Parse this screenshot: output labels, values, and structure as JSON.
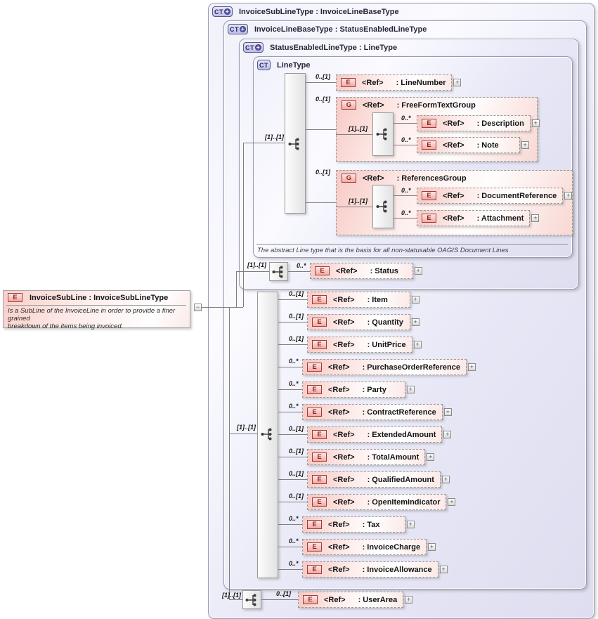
{
  "labels": {
    "ref": "<Ref>",
    "plus": "+",
    "minus": "−"
  },
  "colors": {
    "lavender_fill": "#e4e4f5",
    "box_border": "#9a9ab6",
    "element_pink": "#f7c9c4",
    "element_border_red": "#a03c38",
    "badge_text_red": "#8c2420",
    "ct_badge_border": "#56568e",
    "ct_text": "#26265c",
    "line_grey": "#7f7f7f",
    "text_dark": "#26263a"
  },
  "boxes": [
    {
      "badge": "CT",
      "derived": true,
      "title": "InvoiceSubLineType : InvoiceLineBaseType"
    },
    {
      "badge": "CT",
      "derived": true,
      "title": "InvoiceLineBaseType : StatusEnabledLineType"
    },
    {
      "badge": "CT",
      "derived": true,
      "title": "StatusEnabledLineType : LineType"
    },
    {
      "badge": "CT",
      "derived": false,
      "title": "LineType",
      "annotation": "The abstract Line type that is the basis for all non-statusable OAGIS Document Lines"
    }
  ],
  "left_element": {
    "badge": "E",
    "title": "InvoiceSubLine : InvoiceSubLineType",
    "annotation_line1": "Is a SubLine of the InvoiceLine in order to provide a finer grained",
    "annotation_line2": "breakdown of the items being invoiced."
  },
  "linetype": {
    "seq_occurs": "[1]..[1]",
    "children": [
      {
        "type": "element",
        "badge": "E",
        "occurs": "0..[1]",
        "name": ": LineNumber"
      },
      {
        "type": "group",
        "badge": "G",
        "occurs": "0..[1]",
        "name": ": FreeFormTextGroup",
        "seq_occurs": "[1]..[1]",
        "children": [
          {
            "badge": "E",
            "occurs": "0..*",
            "name": ": Description"
          },
          {
            "badge": "E",
            "occurs": "0..*",
            "name": ": Note"
          }
        ]
      },
      {
        "type": "group",
        "badge": "G",
        "occurs": "0..[1]",
        "name": ": ReferencesGroup",
        "seq_occurs": "[1]..[1]",
        "children": [
          {
            "badge": "E",
            "occurs": "0..*",
            "name": ": DocumentReference"
          },
          {
            "badge": "E",
            "occurs": "0..*",
            "name": ": Attachment"
          }
        ]
      }
    ]
  },
  "status": {
    "seq_occurs": "[1]..[1]",
    "badge": "E",
    "occurs": "0..*",
    "name": ": Status"
  },
  "invoice_line": {
    "seq_occurs": "[1]..[1]",
    "children": [
      {
        "badge": "E",
        "occurs": "0..[1]",
        "name": ": Item"
      },
      {
        "badge": "E",
        "occurs": "0..[1]",
        "name": ": Quantity"
      },
      {
        "badge": "E",
        "occurs": "0..[1]",
        "name": ": UnitPrice"
      },
      {
        "badge": "E",
        "occurs": "0..*",
        "name": ": PurchaseOrderReference"
      },
      {
        "badge": "E",
        "occurs": "0..*",
        "name": ": Party"
      },
      {
        "badge": "E",
        "occurs": "0..*",
        "name": ": ContractReference"
      },
      {
        "badge": "E",
        "occurs": "0..[1]",
        "name": ": ExtendedAmount"
      },
      {
        "badge": "E",
        "occurs": "0..[1]",
        "name": ": TotalAmount"
      },
      {
        "badge": "E",
        "occurs": "0..[1]",
        "name": ": QualifiedAmount"
      },
      {
        "badge": "E",
        "occurs": "0..[1]",
        "name": ": OpenItemIndicator"
      },
      {
        "badge": "E",
        "occurs": "0..*",
        "name": ": Tax"
      },
      {
        "badge": "E",
        "occurs": "0..*",
        "name": ": InvoiceCharge"
      },
      {
        "badge": "E",
        "occurs": "0..*",
        "name": ": InvoiceAllowance"
      }
    ]
  },
  "user_area": {
    "seq_occurs": "[1]..[1]",
    "badge": "E",
    "occurs": "0..[1]",
    "name": ": UserArea"
  }
}
